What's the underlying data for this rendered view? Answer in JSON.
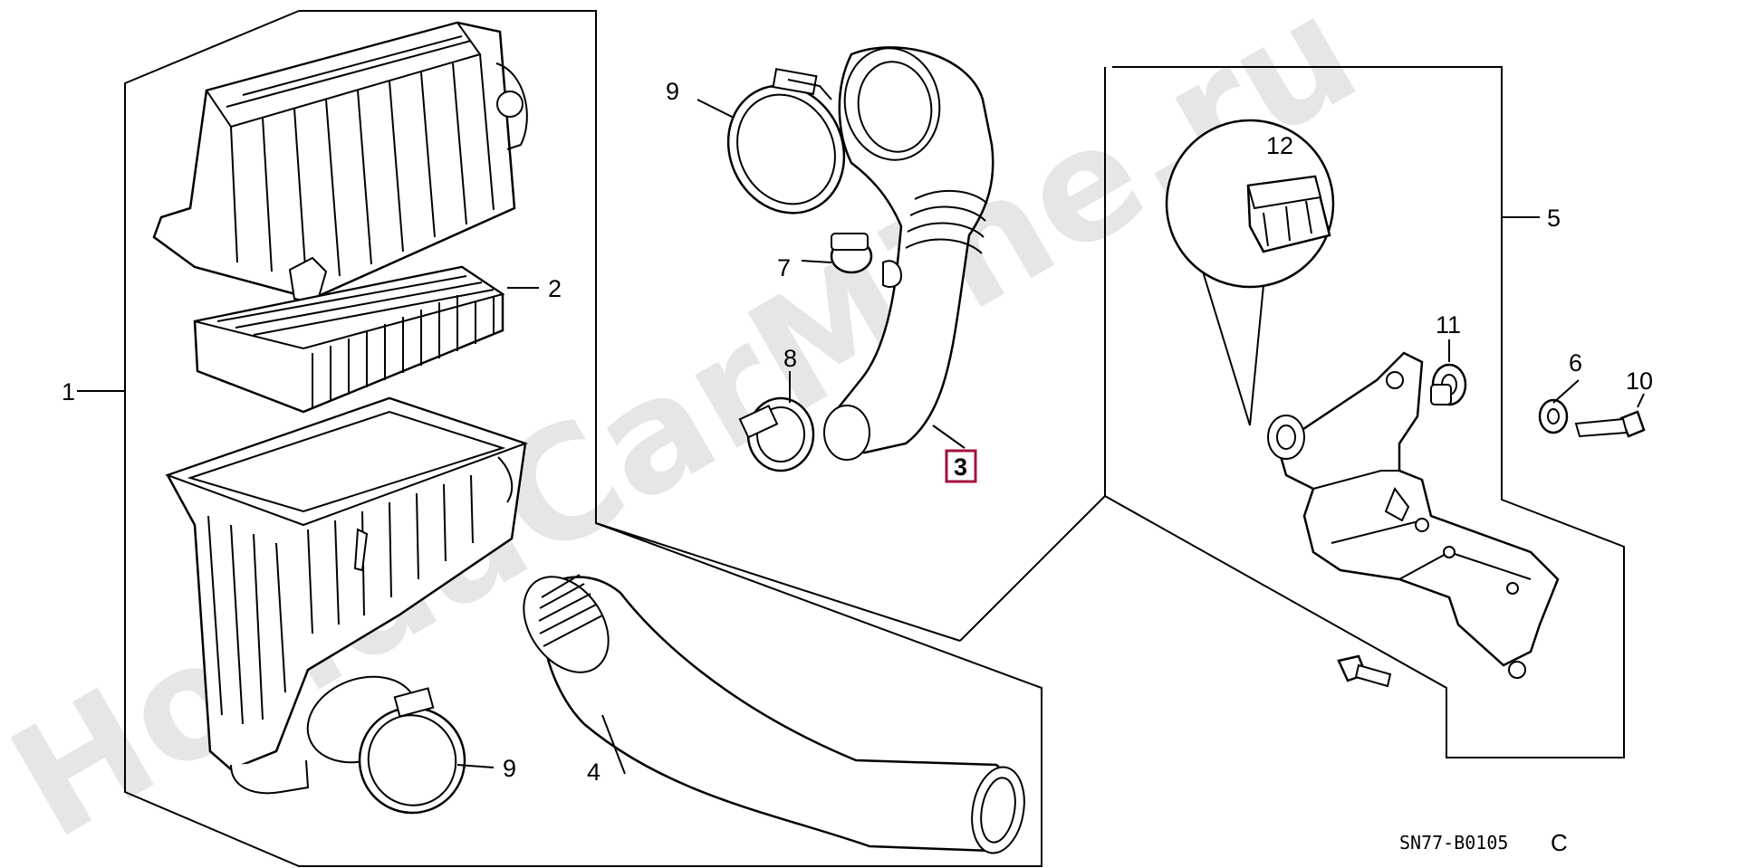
{
  "watermark": "HondaCarMine.ru",
  "diagram_code": "SN77-B0105",
  "diagram_code_suffix": "C",
  "highlighted_part": "3",
  "callouts": [
    {
      "id": "c1",
      "label": "1"
    },
    {
      "id": "c2",
      "label": "2"
    },
    {
      "id": "c3",
      "label": "3"
    },
    {
      "id": "c4",
      "label": "4"
    },
    {
      "id": "c5",
      "label": "5"
    },
    {
      "id": "c6",
      "label": "6"
    },
    {
      "id": "c7",
      "label": "7"
    },
    {
      "id": "c8",
      "label": "8"
    },
    {
      "id": "c9a",
      "label": "9"
    },
    {
      "id": "c9b",
      "label": "9"
    },
    {
      "id": "c10",
      "label": "10"
    },
    {
      "id": "c11",
      "label": "11"
    },
    {
      "id": "c12",
      "label": "12"
    }
  ]
}
